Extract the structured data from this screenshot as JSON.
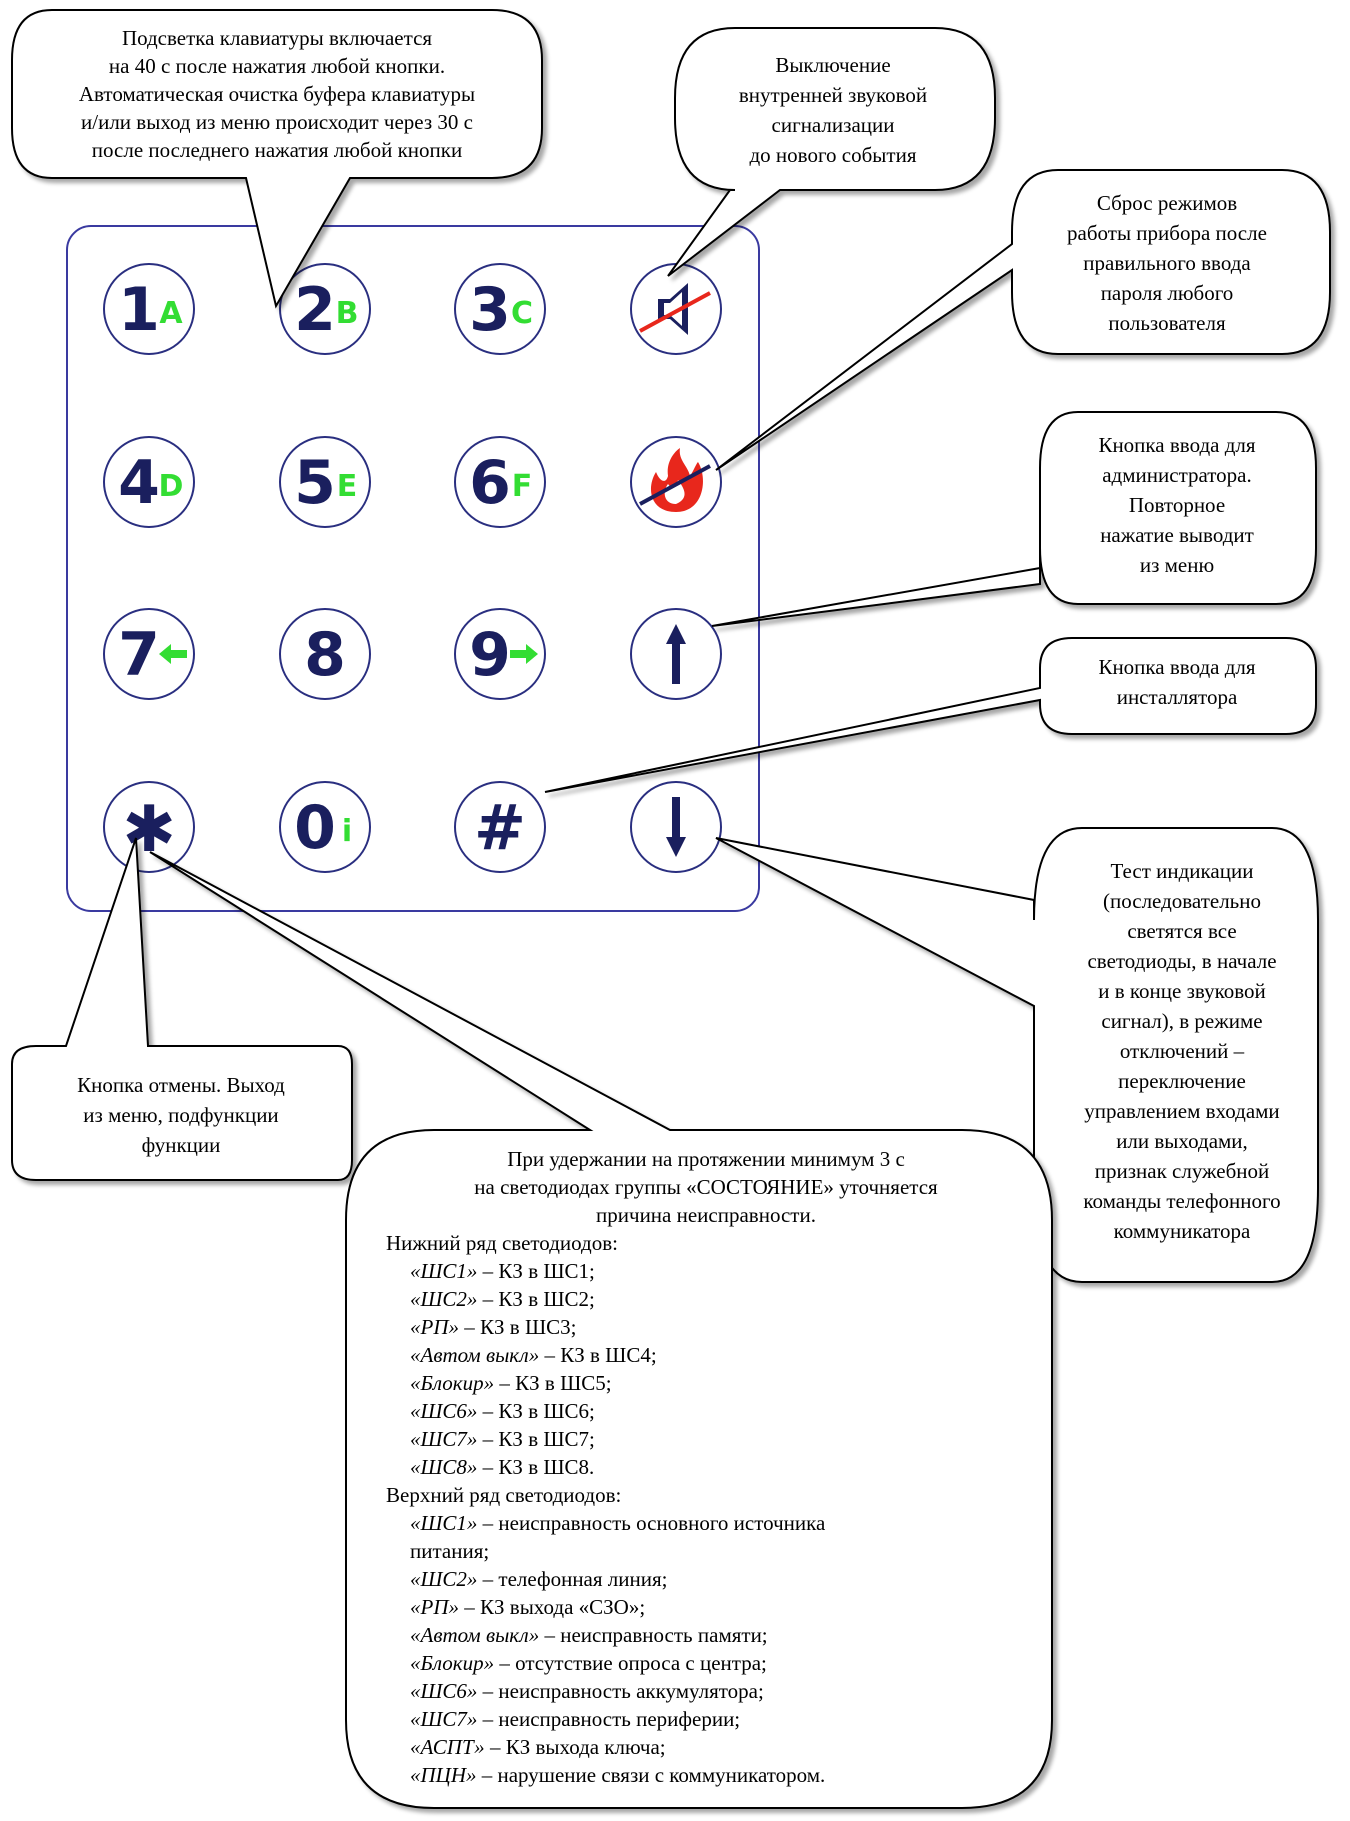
{
  "callouts": {
    "backlight": [
      "Подсветка клавиатуры включается",
      "на 40 с после нажатия любой кнопки.",
      "Автоматическая очистка буфера клавиатуры",
      "и/или выход из меню происходит через 30 с",
      "после последнего нажатия любой кнопки"
    ],
    "mute": [
      "Выключение",
      "внутренней звуковой",
      "сигнализации",
      "до нового события"
    ],
    "reset": [
      "Сброс режимов",
      "работы прибора после",
      "правильного ввода",
      "пароля любого",
      "пользователя"
    ],
    "admin": [
      "Кнопка ввода для",
      "администратора.",
      "Повторное",
      "нажатие выводит",
      "из меню"
    ],
    "installer": [
      "Кнопка ввода для",
      "инсталлятора"
    ],
    "test": [
      "Тест индикации",
      "(последовательно",
      "светятся все",
      "светодиоды, в начале",
      "и в конце звуковой",
      "сигнал), в режиме",
      "отключений –",
      "переключение",
      "управлением входами",
      "или выходами,",
      "признак служебной",
      "команды телефонного",
      "коммуникатора"
    ],
    "cancel": [
      "Кнопка отмены. Выход",
      "из меню, подфункции",
      "функции"
    ],
    "hold": {
      "intro": [
        "При удержании на протяжении минимум 3 с",
        "на светодиодах группы «СОСТОЯНИЕ» уточняется",
        "причина неисправности."
      ],
      "lower_heading": "Нижний ряд светодиодов:",
      "lower": [
        {
          "name": "«ШС1»",
          "text": " – КЗ в ШС1;"
        },
        {
          "name": "«ШС2»",
          "text": " – КЗ в ШС2;"
        },
        {
          "name": "«РП»",
          "text": " – КЗ в ШС3;"
        },
        {
          "name": "«Автом выкл»",
          "text": " – КЗ в ШС4;"
        },
        {
          "name": "«Блокир»",
          "text": " – КЗ в ШС5;"
        },
        {
          "name": "«ШС6»",
          "text": " – КЗ в ШС6;"
        },
        {
          "name": "«ШС7»",
          "text": " – КЗ в ШС7;"
        },
        {
          "name": "«ШС8»",
          "text": " – КЗ в ШС8."
        }
      ],
      "upper_heading": "Верхний ряд светодиодов:",
      "upper": [
        {
          "name": "«ШС1»",
          "text": " – неисправность основного источника"
        },
        {
          "name": "",
          "text": "питания;"
        },
        {
          "name": "«ШС2»",
          "text": " – телефонная линия;"
        },
        {
          "name": "«РП»",
          "text": " – КЗ выхода «СЗО»;"
        },
        {
          "name": "«Автом выкл»",
          "text": " – неисправность памяти;"
        },
        {
          "name": "«Блокир»",
          "text": " – отсутствие опроса с центра;"
        },
        {
          "name": "«ШС6»",
          "text": " – неисправность аккумулятора;"
        },
        {
          "name": "«ШС7»",
          "text": " – неисправность периферии;"
        },
        {
          "name": "«АСПТ»",
          "text": " – КЗ выхода ключа;"
        },
        {
          "name": "«ПЦН»",
          "text": " – нарушение связи с коммуникатором."
        }
      ]
    }
  },
  "keys": [
    {
      "id": "1",
      "main": "1",
      "sub": "A",
      "type": "digit"
    },
    {
      "id": "2",
      "main": "2",
      "sub": "B",
      "type": "digit"
    },
    {
      "id": "3",
      "main": "3",
      "sub": "C",
      "type": "digit"
    },
    {
      "id": "mute",
      "type": "mute-icon"
    },
    {
      "id": "4",
      "main": "4",
      "sub": "D",
      "type": "digit"
    },
    {
      "id": "5",
      "main": "5",
      "sub": "E",
      "type": "digit"
    },
    {
      "id": "6",
      "main": "6",
      "sub": "F",
      "type": "digit"
    },
    {
      "id": "fire",
      "type": "fire-reset-icon"
    },
    {
      "id": "7",
      "main": "7",
      "sub": "left-arrow",
      "type": "digit-arrow"
    },
    {
      "id": "8",
      "main": "8",
      "sub": "",
      "type": "digit"
    },
    {
      "id": "9",
      "main": "9",
      "sub": "right-arrow",
      "type": "digit-arrow"
    },
    {
      "id": "up",
      "type": "up-arrow-icon"
    },
    {
      "id": "star",
      "main": "✱",
      "type": "symbol"
    },
    {
      "id": "0",
      "main": "0",
      "sub": "i",
      "type": "digit"
    },
    {
      "id": "hash",
      "main": "#",
      "type": "symbol"
    },
    {
      "id": "down",
      "type": "down-arrow-icon"
    }
  ],
  "colors": {
    "key_digit": "#1a1f5e",
    "key_sub": "#33dd33",
    "key_ring": "#2a2f80",
    "mute_strike": "#e8271c",
    "fire": "#e8271c",
    "panel_border": "#3a3aa0"
  }
}
